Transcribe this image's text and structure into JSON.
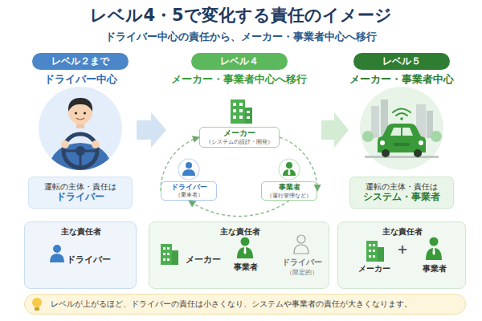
{
  "diagram": {
    "title": "レベル4・5で変化する責任のイメージ",
    "nodes": [
      {
        "text": [
          "レベル２まで"
        ]
      },
      {
        "text": [
          "運転の主体・責任は",
          "ドライバー"
        ]
      },
      {
        "text": [
          "主な責任者",
          "ドライバー"
        ]
      },
      {
        "text": [
          "レベル４"
        ]
      },
      {
        "text": [
          "メーカー",
          "（システムの設計・開発）"
        ]
      },
      {
        "text": [
          "ドライバー",
          "（乗車者）"
        ]
      },
      {
        "text": [
          "事業者",
          "（運行管理など）"
        ]
      },
      {
        "text": [
          "主な責任者",
          "メーカー",
          "事業者",
          "ドライバー",
          "（限定的）"
        ]
      },
      {
        "text": [
          "レベル５"
        ]
      },
      {
        "text": [
          "運転の主体・責任は",
          "システム・事業者"
        ]
      },
      {
        "text": [
          "主な責任者",
          "メーカー",
          "+",
          "事業者"
        ]
      },
      {
        "text": [
          "レベルが上がるほど、ドライバーの責任は小さくなり、システムや事業者の責任が大きくなります。"
        ]
      }
    ],
    "edges": [
      {
        "from": 4,
        "to": 6,
        "arrow": "to"
      },
      {
        "from": 6,
        "to": 5,
        "arrow": "to"
      },
      {
        "from": 5,
        "to": 4,
        "arrow": "to"
      }
    ],
    "labels": [
      "ドライバー中心の責任から、メーカー・事業者中心へ移行",
      "ドライバー中心",
      "メーカー・事業者中心へ移行",
      "メーカー・事業者中心"
    ]
  }
}
